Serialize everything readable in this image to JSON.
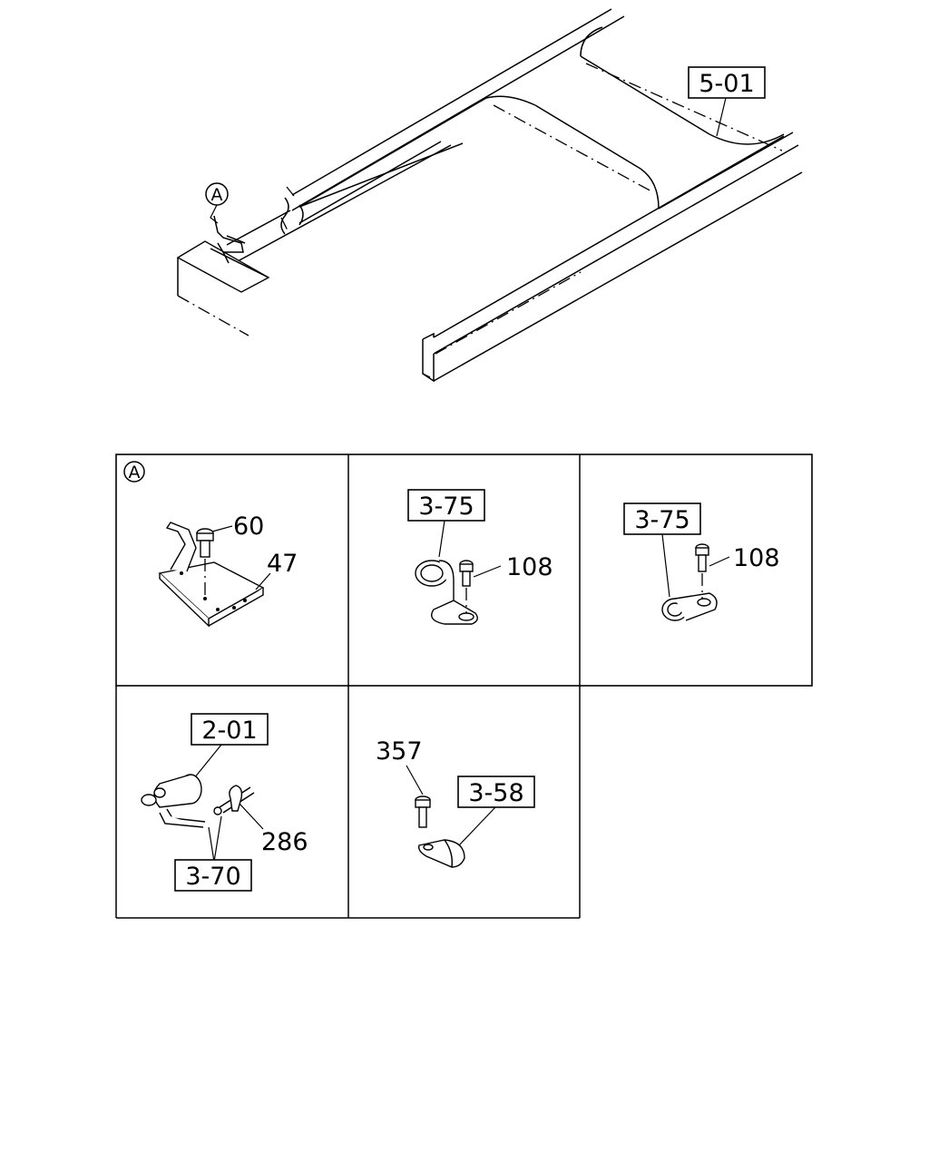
{
  "overview": {
    "callout_detail": "A",
    "callout_frame": "5-01"
  },
  "details": {
    "a": {
      "marker": "A",
      "label_bolt": "60",
      "label_bracket": "47"
    },
    "b": {
      "label_ref": "3-75",
      "label_bolt": "108"
    },
    "c": {
      "label_ref": "3-75",
      "label_bolt": "108"
    },
    "d": {
      "label_ref_top": "2-01",
      "label_clip": "286",
      "label_ref_bottom": "3-70"
    },
    "e": {
      "label_bolt": "357",
      "label_ref": "3-58"
    }
  }
}
